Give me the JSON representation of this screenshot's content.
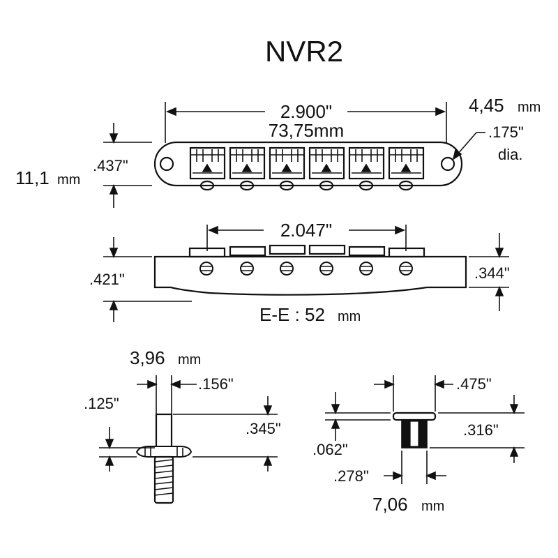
{
  "title": "NVR2",
  "top_view": {
    "length_in": "2.900\"",
    "length_mm": "73,75mm",
    "height_in": ".437\"",
    "height_mm_value": "11,1",
    "height_mm_unit": "mm",
    "hole_mm_value": "4,45",
    "hole_mm_unit": "mm",
    "hole_in": ".175\"",
    "hole_dia": "dia."
  },
  "side_view": {
    "spacing_in": "2.047\"",
    "left_height_in": ".421\"",
    "right_height_in": ".344\"",
    "ee_label": "E-E : 52",
    "ee_unit": "mm"
  },
  "stud": {
    "dia_mm_value": "3,96",
    "dia_mm_unit": "mm",
    "dia_in": ".156\"",
    "top_in": ".125\"",
    "length_in": ".345\""
  },
  "insert": {
    "dia_in": ".475\"",
    "flange_in": ".062\"",
    "height_in": ".316\"",
    "shaft_in": ".278\"",
    "shaft_mm_value": "7,06",
    "shaft_mm_unit": "mm"
  }
}
